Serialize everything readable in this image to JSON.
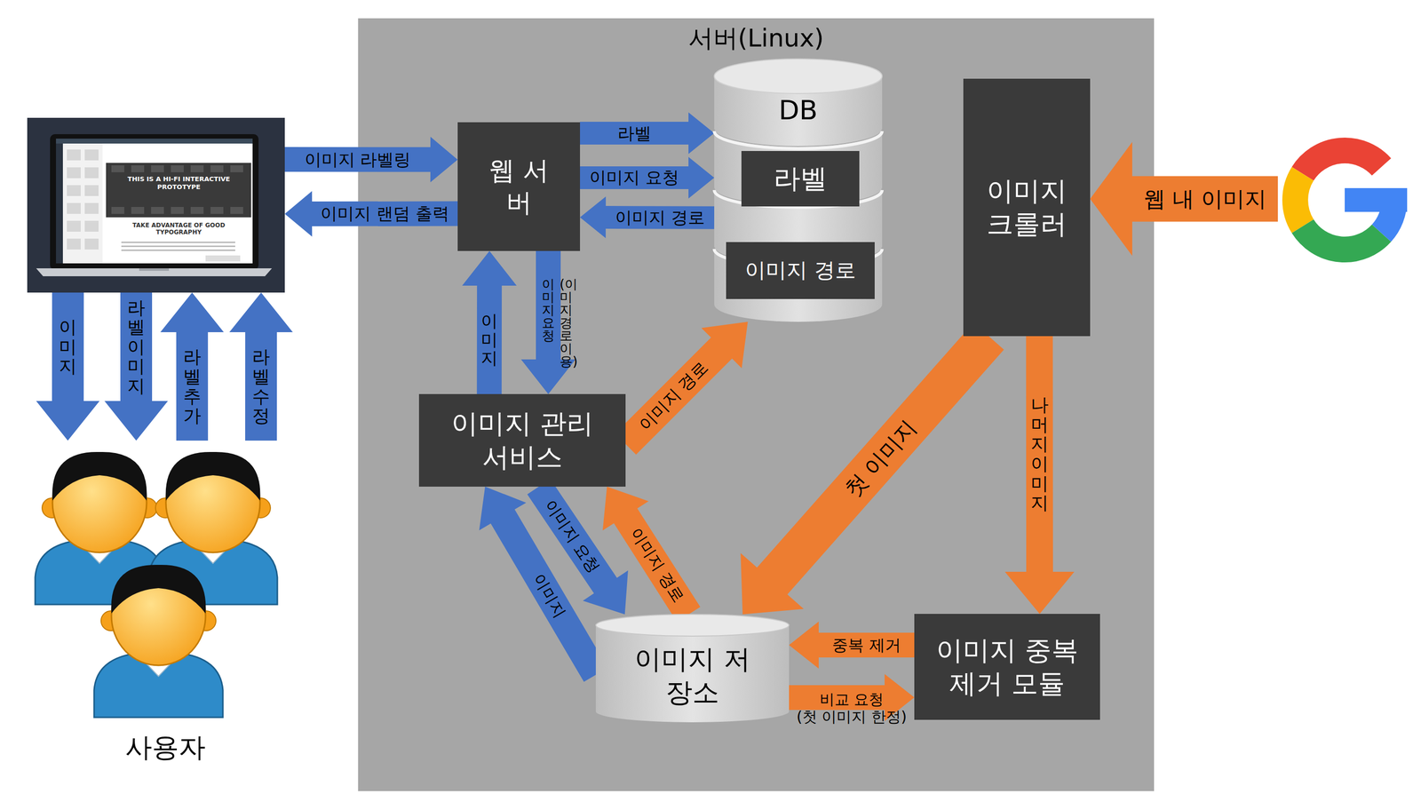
{
  "diagram": {
    "nodes": [
      {
        "text": [
          "THIS IS A HI-FI INTERACTIVE PROTOTYPE",
          "TAKE ADVANTAGE OF GOOD TYPOGRAPHY"
        ]
      },
      {
        "text": [
          "서버(Linux)"
        ]
      },
      {
        "text": [
          "웹 서버"
        ],
        "in": 1
      },
      {
        "text": [
          "DB"
        ],
        "in": 1
      },
      {
        "text": [
          "라벨"
        ],
        "in": 3
      },
      {
        "text": [
          "이미지 경로"
        ],
        "in": 3
      },
      {
        "text": [
          "이미지 크롤러"
        ],
        "in": 1
      },
      {
        "text": []
      },
      {
        "text": [
          "이미지 관리 서비스"
        ],
        "in": 1
      },
      {
        "text": [
          "이미지 저장소"
        ],
        "in": 1
      },
      {
        "text": [
          "이미지 중복 제거 모듈"
        ],
        "in": 1
      },
      {
        "text": [
          "사용자"
        ]
      }
    ],
    "edges": [
      {
        "from": 0,
        "to": 2,
        "label": "이미지 라벨링",
        "arrow": "to"
      },
      {
        "from": 2,
        "to": 0,
        "label": "이미지 랜덤 출력",
        "arrow": "to"
      },
      {
        "from": 2,
        "to": 3,
        "label": "라벨",
        "arrow": "to"
      },
      {
        "from": 2,
        "to": 3,
        "label": "이미지 요청",
        "arrow": "to"
      },
      {
        "from": 3,
        "to": 2,
        "label": "이미지 경로",
        "arrow": "to"
      },
      {
        "from": 0,
        "to": 11,
        "label": "이미지",
        "arrow": "to"
      },
      {
        "from": 0,
        "to": 11,
        "label": "라벨 이미지",
        "arrow": "to"
      },
      {
        "from": 11,
        "to": 0,
        "label": "라벨 추가",
        "arrow": "to"
      },
      {
        "from": 11,
        "to": 0,
        "label": "라벨 수정",
        "arrow": "to"
      },
      {
        "from": 8,
        "to": 2,
        "label": "이미지",
        "arrow": "to"
      },
      {
        "from": 2,
        "to": 8,
        "label": "이미지 요청 (이미지 경로 이용)",
        "arrow": "to"
      },
      {
        "from": 8,
        "to": 3,
        "label": "이미지 경로",
        "arrow": "to"
      },
      {
        "from": 8,
        "to": 9,
        "label": "이미지 요청",
        "arrow": "to"
      },
      {
        "from": 9,
        "to": 8,
        "label": "이미지 경로",
        "arrow": "to"
      },
      {
        "from": 9,
        "to": 8,
        "label": "이미지",
        "arrow": "to"
      },
      {
        "from": 7,
        "to": 6,
        "label": "웹 내 이미지",
        "arrow": "to"
      },
      {
        "from": 6,
        "to": 9,
        "label": "첫 이미지",
        "arrow": "to"
      },
      {
        "from": 6,
        "to": 10,
        "label": "나머지 이미지",
        "arrow": "to"
      },
      {
        "from": 10,
        "to": 9,
        "label": "중복 제거",
        "arrow": "to"
      },
      {
        "from": 9,
        "to": 10,
        "label": "비교 요청 (첫 이미지 한정)",
        "arrow": "to"
      }
    ]
  }
}
